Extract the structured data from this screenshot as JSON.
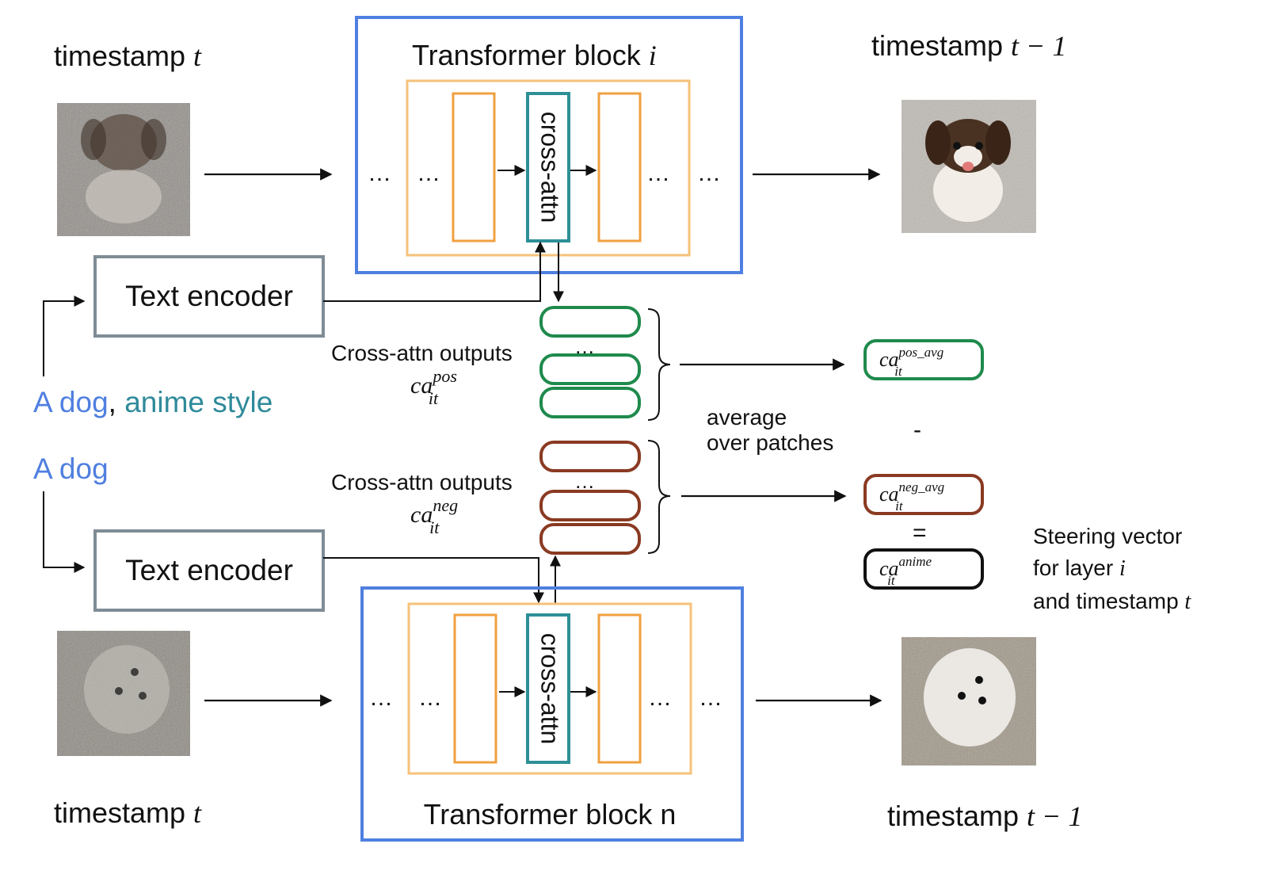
{
  "colors": {
    "transformer_border": "#4f7fe0",
    "inner_border": "#f5c27a",
    "layer_border": "#f0a040",
    "cross_attn_border": "#2f8f97",
    "text_encoder_border": "#7f8c96",
    "pos_border": "#1f8a4c",
    "neg_border": "#8a3a22",
    "steer_border": "#111111",
    "prompt_blue": "#4f7fe0",
    "prompt_teal": "#2f8a9a"
  },
  "top": {
    "timestamp_left_label": "timestamp ",
    "timestamp_left_var": "t",
    "timestamp_right_label": "timestamp ",
    "timestamp_right_var": "t − 1",
    "block_title": "Transformer block ",
    "block_var": "i",
    "cross_attn": "cross-attn",
    "dots": "…",
    "input_image_icon": "noisy-puppy-image",
    "output_image_icon": "anime-puppy-image"
  },
  "bottom": {
    "timestamp_left_label": "timestamp ",
    "timestamp_left_var": "t",
    "timestamp_right_label": "timestamp ",
    "timestamp_right_var": "t − 1",
    "block_title": "Transformer block n",
    "cross_attn": "cross-attn",
    "dots": "…",
    "input_image_icon": "noisy-poodle-image",
    "output_image_icon": "poodle-image"
  },
  "text_encoder_label": "Text encoder",
  "prompt_pos": {
    "part1": "A dog",
    "sep": ", ",
    "part2": "anime style"
  },
  "prompt_neg": "A dog",
  "outputs_pos": {
    "label": "Cross-attn outputs",
    "base": "ca",
    "sup": "pos",
    "sub": "it",
    "dots": "…"
  },
  "outputs_neg": {
    "label": "Cross-attn outputs",
    "base": "ca",
    "sup": "neg",
    "sub": "it",
    "dots": "…"
  },
  "average": {
    "line1": "average",
    "line2": "over patches"
  },
  "results": {
    "pos": {
      "base": "ca",
      "sup": "pos_avg",
      "sub": "it"
    },
    "minus": "-",
    "neg": {
      "base": "ca",
      "sup": "neg_avg",
      "sub": "it"
    },
    "equals": "=",
    "steer": {
      "base": "ca",
      "sup": "anime",
      "sub": "it"
    }
  },
  "steering_caption": {
    "line1": "Steering vector",
    "line2": "for layer ",
    "line2_var": "i",
    "line3": "and timestamp ",
    "line3_var": "t"
  }
}
